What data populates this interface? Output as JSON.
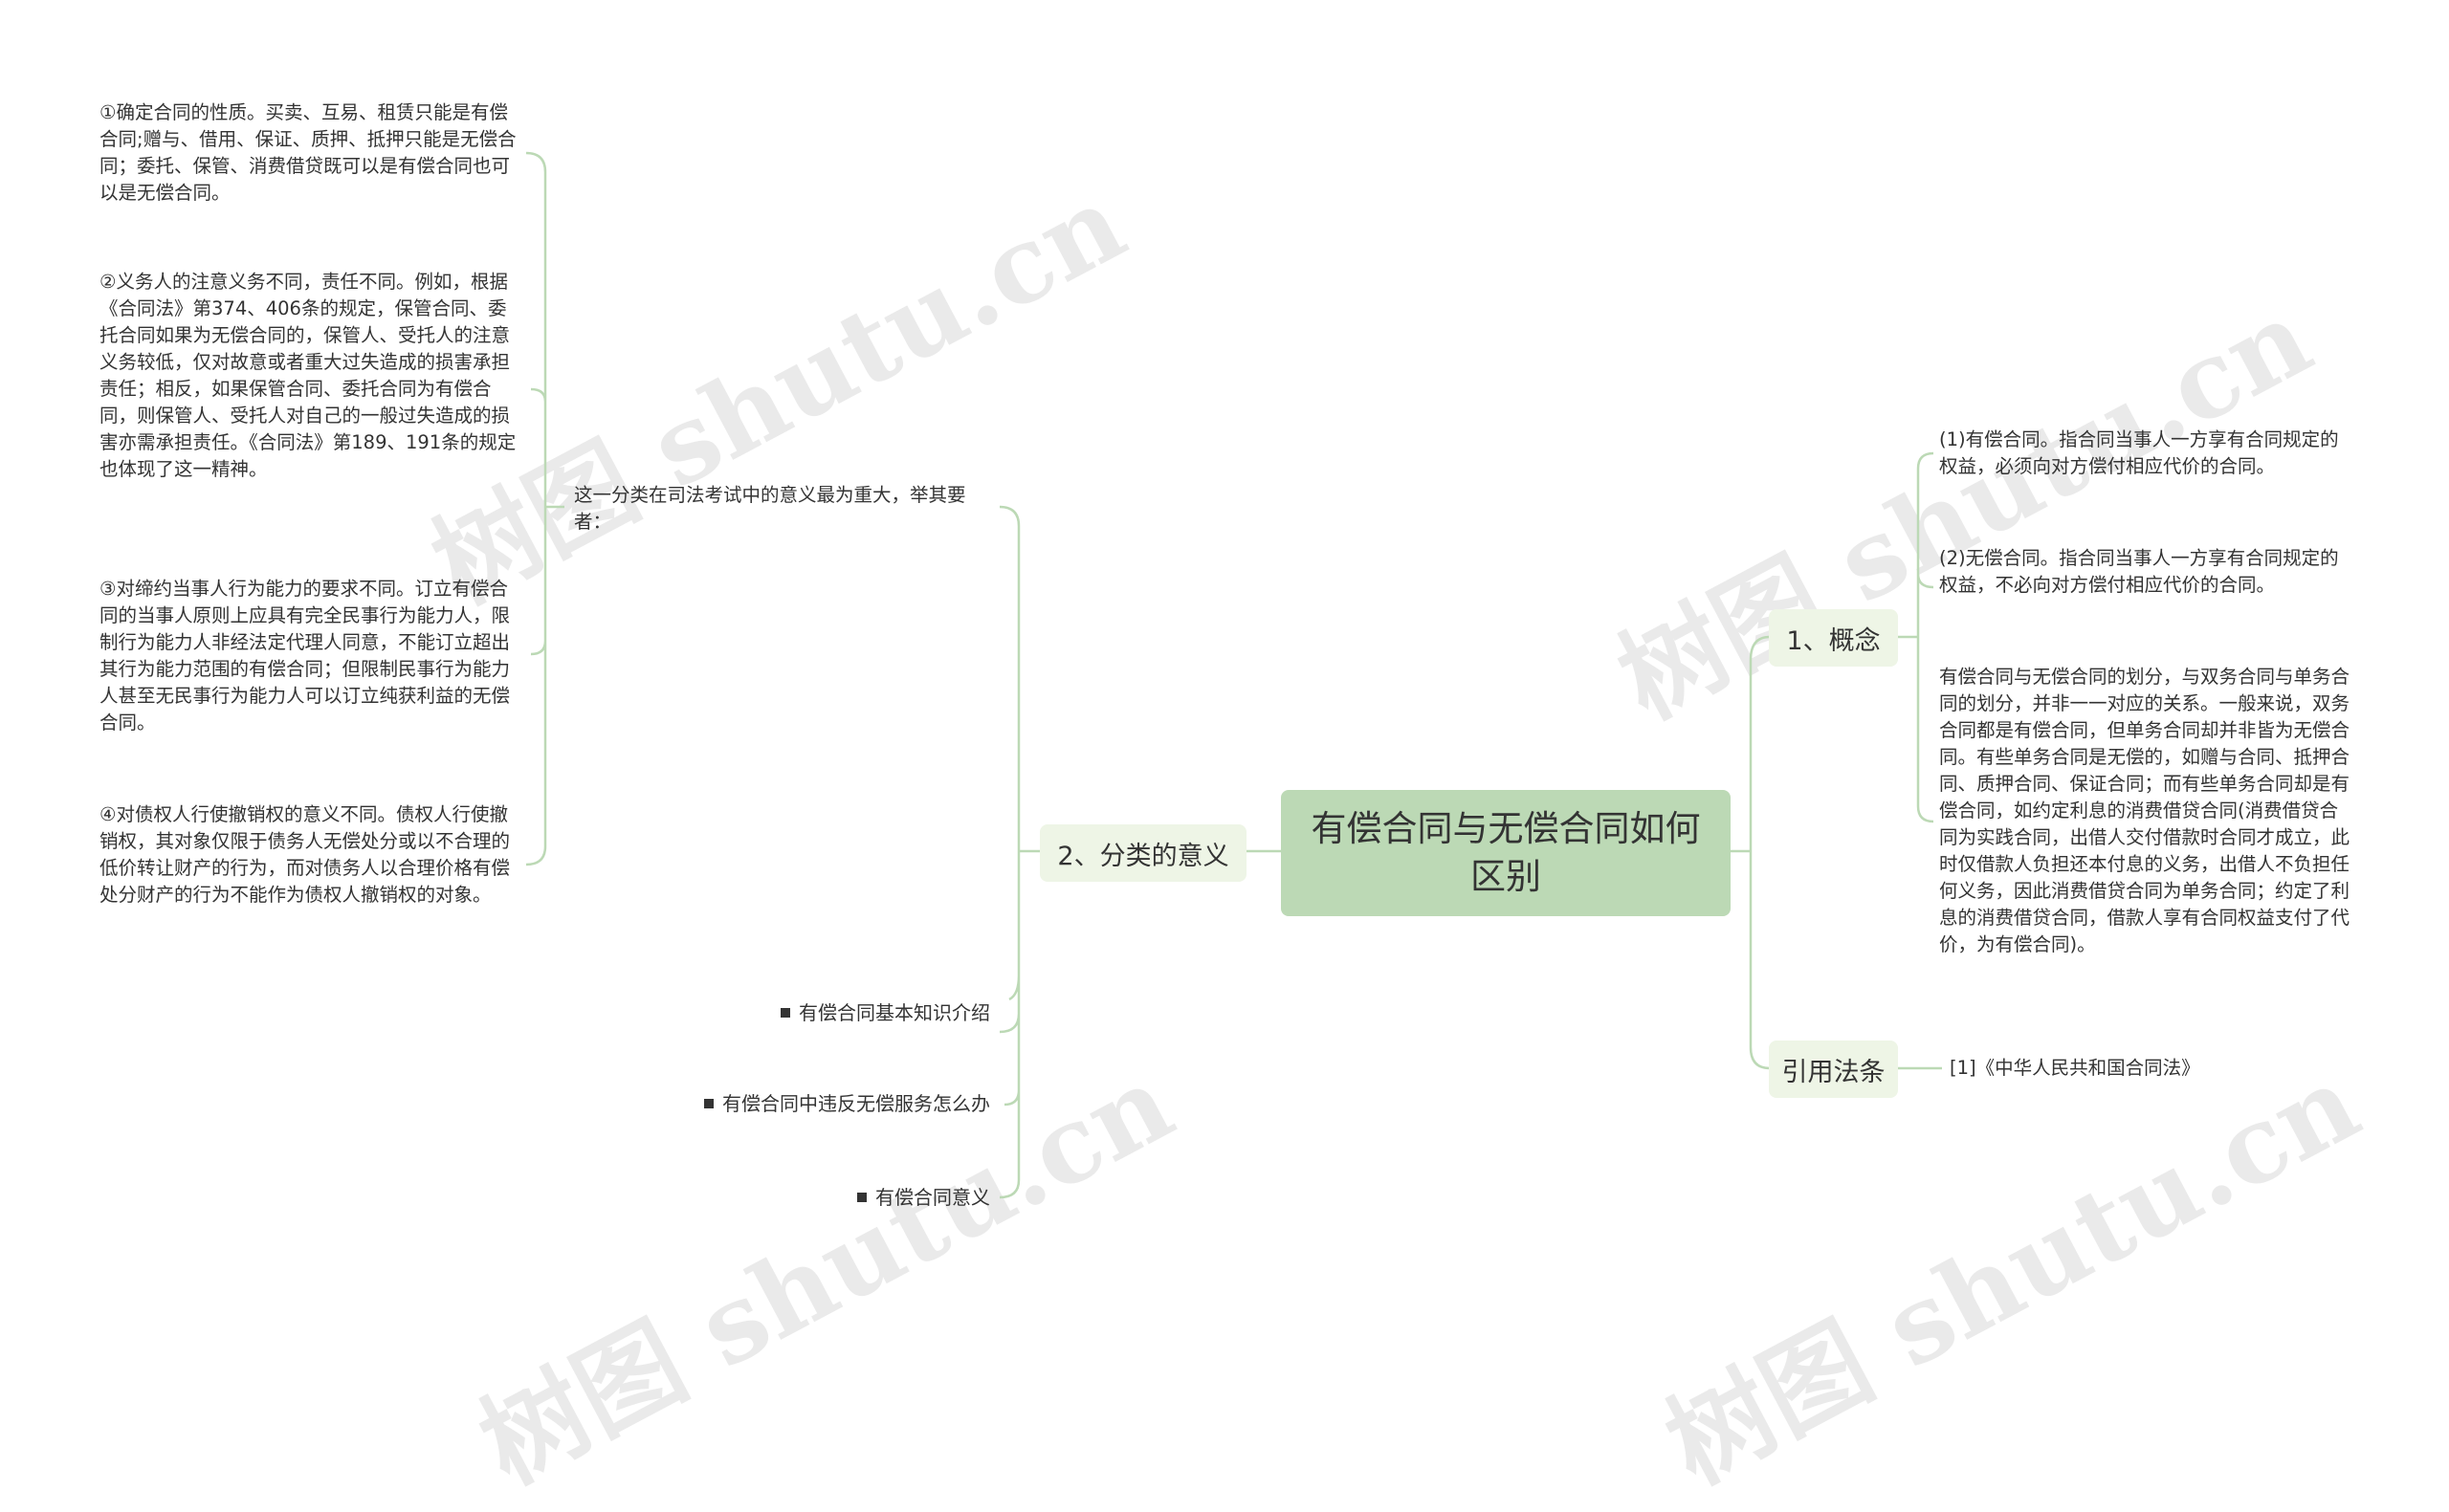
{
  "root": {
    "title": "有偿合同与无偿合同如何区别"
  },
  "branches": {
    "concept": {
      "label": "1、概念"
    },
    "meaning": {
      "label": "2、分类的意义"
    },
    "law": {
      "label": "引用法条"
    }
  },
  "concept_items": [
    "(1)有偿合同。指合同当事人一方享有合同规定的权益，必须向对方偿付相应代价的合同。",
    "(2)无偿合同。指合同当事人一方享有合同规定的权益，不必向对方偿付相应代价的合同。",
    "有偿合同与无偿合同的划分，与双务合同与单务合同的划分，并非一一对应的关系。一般来说，双务合同都是有偿合同，但单务合同却并非皆为无偿合同。有些单务合同是无偿的，如赠与合同、抵押合同、质押合同、保证合同；而有些单务合同却是有偿合同，如约定利息的消费借贷合同(消费借贷合同为实践合同，出借人交付借款时合同才成立，此时仅借款人负担还本付息的义务，出借人不负担任何义务，因此消费借贷合同为单务合同；约定了利息的消费借贷合同，借款人享有合同权益支付了代价，为有偿合同)。"
  ],
  "law_items": [
    "[1]《中华人民共和国合同法》"
  ],
  "meaning_intro": "这一分类在司法考试中的意义最为重大，举其要者：",
  "meaning_points": [
    "①确定合同的性质。买卖、互易、租赁只能是有偿合同;赠与、借用、保证、质押、抵押只能是无偿合同；委托、保管、消费借贷既可以是有偿合同也可以是无偿合同。",
    "②义务人的注意义务不同，责任不同。例如，根据《合同法》第374、406条的规定，保管合同、委托合同如果为无偿合同的，保管人、受托人的注意义务较低，仅对故意或者重大过失造成的损害承担责任；相反，如果保管合同、委托合同为有偿合同，则保管人、受托人对自己的一般过失造成的损害亦需承担责任。《合同法》第189、191条的规定也体现了这一精神。",
    "③对缔约当事人行为能力的要求不同。订立有偿合同的当事人原则上应具有完全民事行为能力人，限制行为能力人非经法定代理人同意，不能订立超出其行为能力范围的有偿合同；但限制民事行为能力人甚至无民事行为能力人可以订立纯获利益的无偿合同。",
    "④对债权人行使撤销权的意义不同。债权人行使撤销权，其对象仅限于债务人无偿处分或以不合理的低价转让财产的行为，而对债务人以合理价格有偿处分财产的行为不能作为债权人撤销权的对象。"
  ],
  "related_links": [
    "有偿合同基本知识介绍",
    "有偿合同中违反无偿服务怎么办",
    "有偿合同意义"
  ],
  "watermark": "树图 shutu.cn",
  "colors": {
    "root_fill": "#bcd9b5",
    "branch_fill": "#eef5e6",
    "line": "#bcd9b5"
  }
}
